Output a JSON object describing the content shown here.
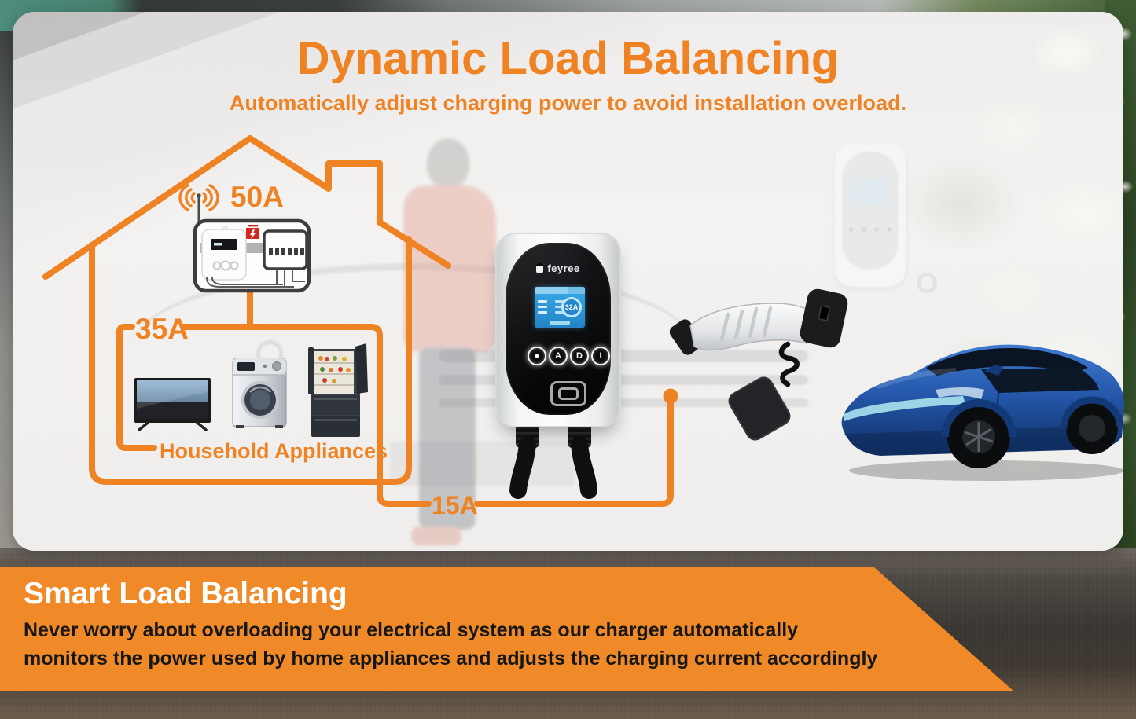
{
  "header": {
    "title": "Dynamic Load Balancing",
    "subtitle": "Automatically adjust charging power to avoid installation overload."
  },
  "diagram": {
    "supply_label": "50A",
    "appliances_label": "35A",
    "charger_label": "15A",
    "appliances_caption": "Household Appliances"
  },
  "charger": {
    "brand": "feyree",
    "screen_badge": "32A",
    "buttons": [
      "●",
      "A",
      "D",
      "I"
    ]
  },
  "banner": {
    "heading": "Smart Load Balancing",
    "body_line1": "Never worry about overloading your electrical system as our charger automatically",
    "body_line2": "monitors the power used by home appliances and adjusts the charging current accordingly"
  },
  "icons": {
    "wifi": "wifi-signal-icon",
    "panel_warning": "lightning-warning-icon",
    "rfid": "rfid-reader-icon"
  },
  "colors": {
    "accent_orange": "#EF8222",
    "banner_orange": "#F08A28",
    "screen_blue": "#2D9FE0"
  }
}
